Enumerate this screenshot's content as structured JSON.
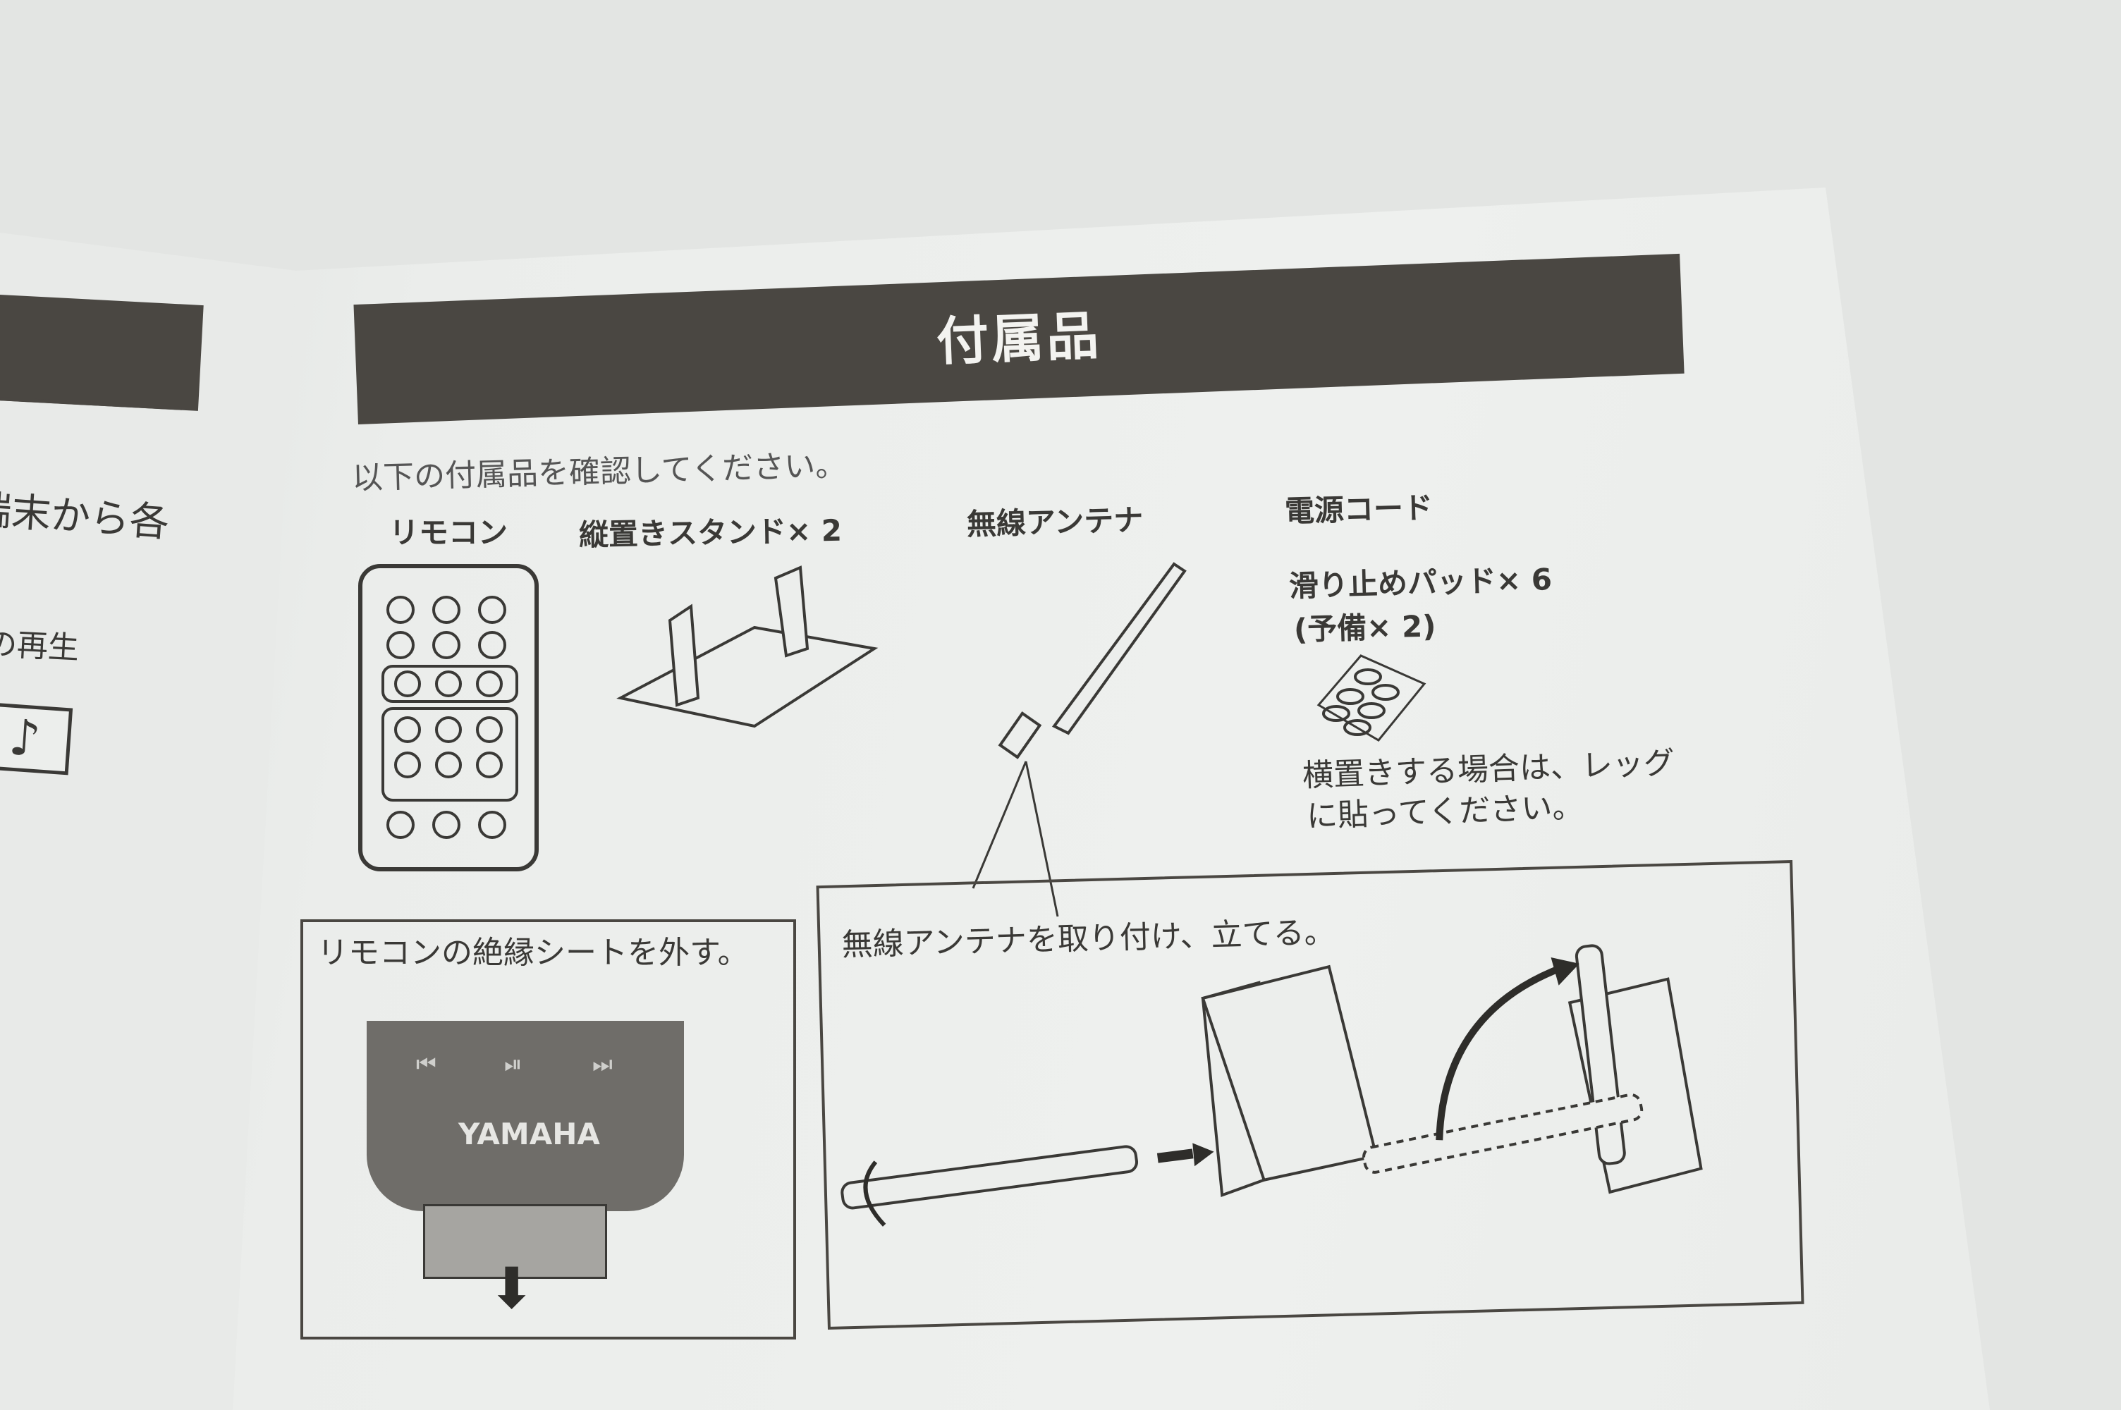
{
  "left_page": {
    "heading_fragment": "端末から各",
    "text_fragment": "の再生",
    "icon": "music-note-file-icon"
  },
  "right_page": {
    "section_title": "付属品",
    "intro": "以下の付属品を確認してください。",
    "items": [
      {
        "label": "リモコン"
      },
      {
        "label": "縦置きスタンド× 2"
      },
      {
        "label": "無線アンテナ"
      },
      {
        "label": "電源コード"
      },
      {
        "label": "滑り止めパッド× 6",
        "sub": "(予備× 2)",
        "note_line1": "横置きする場合は、レッグ",
        "note_line2": "に貼ってください。"
      }
    ],
    "remote_step": {
      "caption": "リモコンの絶縁シートを外す。",
      "brand": "YAMAHA"
    },
    "antenna_step": {
      "caption": "無線アンテナを取り付け、立てる。"
    }
  },
  "colors": {
    "banner": "#4a4742",
    "paper": "#eceeec",
    "ink": "#3a3936"
  }
}
